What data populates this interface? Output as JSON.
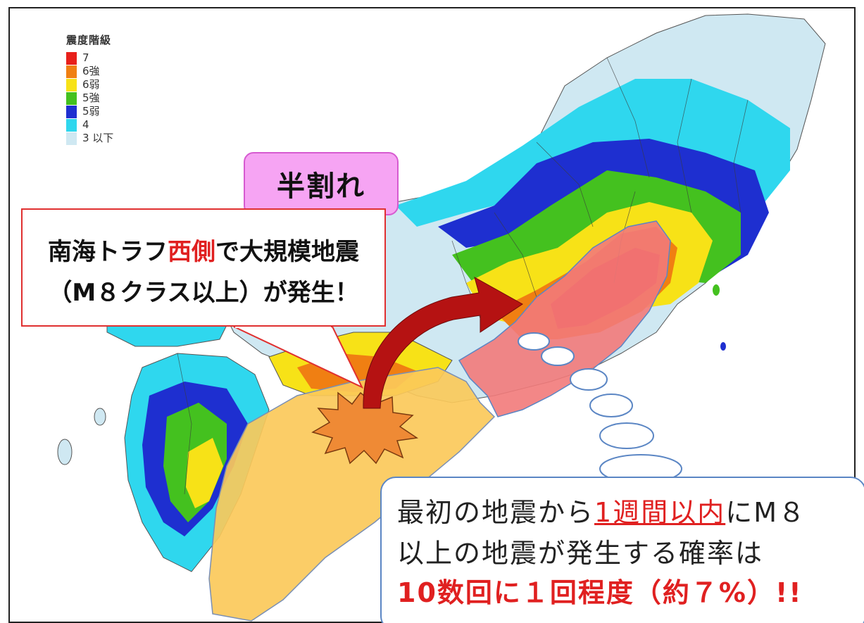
{
  "legend": {
    "title": "震度階級",
    "items": [
      {
        "label": "7",
        "color": "#e8201b"
      },
      {
        "label": "6強",
        "color": "#f07f12"
      },
      {
        "label": "6弱",
        "color": "#f7e217"
      },
      {
        "label": "5強",
        "color": "#44c11f"
      },
      {
        "label": "5弱",
        "color": "#1e2fd0"
      },
      {
        "label": "4",
        "color": "#2fd7ee"
      },
      {
        "label": "3 以下",
        "color": "#cfe8f2"
      }
    ]
  },
  "tag": "半割れ",
  "callout": {
    "line1_pre": "南海トラフ",
    "line1_red": "西側",
    "line1_post": "で大規模地震",
    "line2": "（M８クラス以上）が発生！"
  },
  "info": {
    "line1_pre": "最初の地震から",
    "line1_highlight": "1週間以内",
    "line1_post": "にM８",
    "line2": "以上の地震が発生する確率は",
    "line3": "10数回に１回程度（約７%）!!"
  },
  "colors": {
    "west_zone": "#fbc95a",
    "east_zone": "#f27a7a",
    "arrow": "#b51212",
    "burst": "#ef8a35",
    "accent_red": "#e02020"
  }
}
